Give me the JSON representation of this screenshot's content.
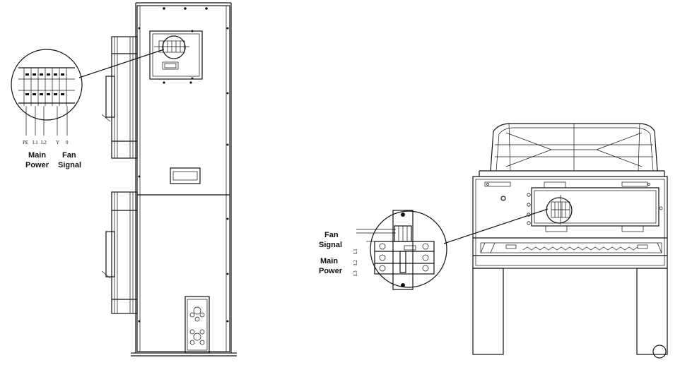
{
  "left_view": {
    "terminal_labels": [
      "PE",
      "L1",
      "L2",
      "Y",
      "0"
    ],
    "main_power": [
      "Main",
      "Power"
    ],
    "fan_signal": [
      "Fan",
      "Signal"
    ]
  },
  "right_view": {
    "fan_signal": [
      "Fan",
      "Signal"
    ],
    "main_power": [
      "Main",
      "Power"
    ],
    "terminal_labels": [
      "L1",
      "L2",
      "L3"
    ]
  }
}
